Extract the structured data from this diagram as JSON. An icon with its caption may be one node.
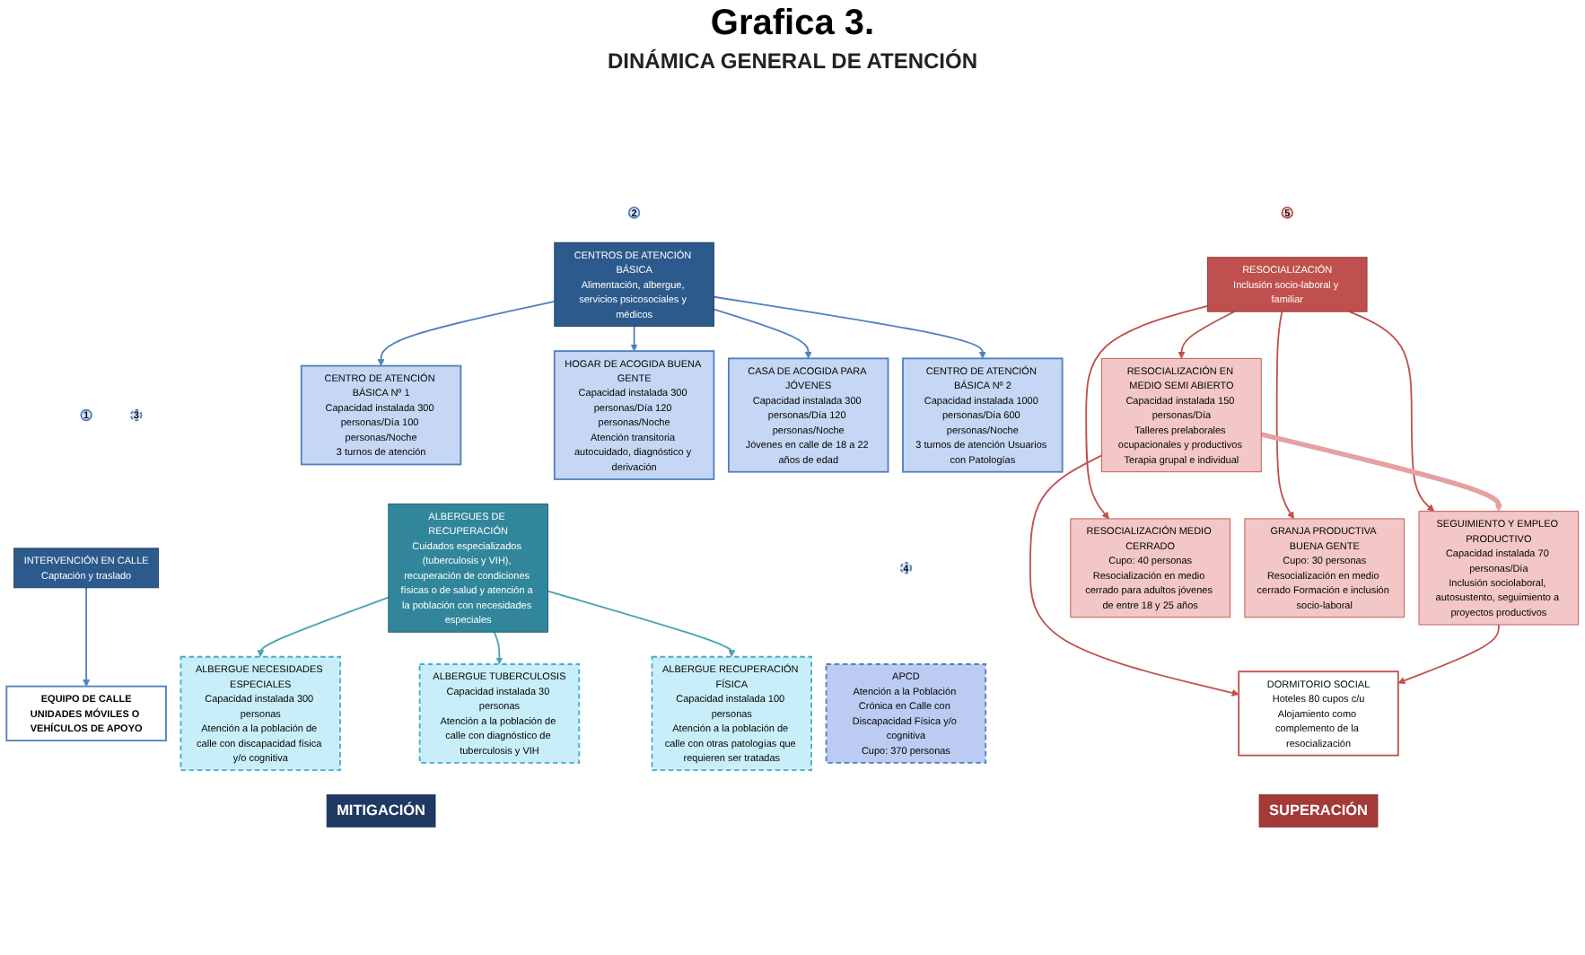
{
  "diagram": {
    "title": "Grafica 3.",
    "nodes": [
      {
        "text": [
          "1"
        ]
      },
      {
        "text": [
          "INTERVENCIÓN EN CALLE",
          "Captación y traslado"
        ]
      },
      {
        "text": [
          "EQUIPO DE CALLE",
          "UNIDADES MÓVILES O VEHÍCULOS DE APOYO"
        ]
      },
      {
        "text": [
          "2"
        ]
      },
      {
        "text": [
          "CENTROS DE ATENCIÓN BÁSICA",
          "Alimentación, albergue, servicios psicosociales y médicos"
        ]
      },
      {
        "text": [
          "CENTRO DE ATENCIÓN BÁSICA Nº 1",
          "Capacidad instalada 300 personas/Día 100 personas/Noche",
          "3 turnos de atención"
        ]
      },
      {
        "text": [
          "CENTRO DE ATENCIÓN BÁSICA Nº 2",
          "Capacidad instalada 1000 personas/Día 600 personas/Noche",
          "3 turnos de atención Usuarios con Patologías"
        ]
      },
      {
        "text": [
          "HOGAR DE ACOGIDA BUENA GENTE",
          "Capacidad instalada 300 personas/Día 120 personas/Noche",
          "Atención transitoria autocuidado, diagnóstico y derivación"
        ]
      },
      {
        "text": [
          "CASA DE ACOGIDA PARA JÓVENES",
          "Capacidad instalada 300 personas/Día 120 personas/Noche",
          "Jóvenes en calle de 18 a 22 años de edad"
        ]
      },
      {
        "text": [
          "3"
        ]
      },
      {
        "text": [
          "ALBERGUES DE RECUPERACIÓN",
          "Cuidados especializados (tuberculosis y VIH), recuperación de condiciones físicas o de salud y atención a la población con necesidades especiales"
        ]
      },
      {
        "text": [
          "ALBERGUE NECESIDADES ESPECIALES",
          "Capacidad instalada 300 personas",
          "Atención a la población de calle con discapacidad física y/o cognitiva"
        ]
      },
      {
        "text": [
          "ALBERGUE TUBERCULOSIS",
          "Capacidad instalada 30 personas",
          "Atención a la población de calle con diagnóstico de tuberculosis y VIH"
        ]
      },
      {
        "text": [
          "ALBERGUE RECUPERACIÓN FÍSICA",
          "Capacidad instalada 100 personas",
          "Atención a la población de calle con otras patologías que requieren ser tratadas"
        ]
      },
      {
        "text": [
          "4"
        ]
      },
      {
        "text": [
          "APCD",
          "Atención a la Población Crónica en Calle con Discapacidad Física y/o cognitiva",
          "Cupo: 370 personas"
        ]
      },
      {
        "text": [
          "5"
        ]
      },
      {
        "text": [
          "RESOCIALIZACIÓN",
          "Inclusión socio-laboral y familiar"
        ]
      },
      {
        "text": [
          "RESOCIALIZACIÓN EN MEDIO SEMI ABIERTO",
          "Capacidad instalada 150 personas/Día",
          "Talleres prelaborales ocupacionales y productivos Terapia grupal e individual"
        ]
      },
      {
        "text": [
          "SEGUIMIENTO Y EMPLEO PRODUCTIVO",
          "Capacidad instalada 70 personas/Día",
          "Inclusión sociolaboral, autosustento, seguimiento a proyectos productivos"
        ]
      },
      {
        "text": [
          "RESOCIALIZACIÓN MEDIO CERRADO",
          "Cupo: 40 personas",
          "Resocialización en medio cerrado para adultos jóvenes de entre 18 y 25 años"
        ]
      },
      {
        "text": [
          "GRANJA PRODUCTIVA BUENA GENTE",
          "Cupo: 30 personas",
          "Resocialización en medio cerrado Formación e inclusión socio-laboral"
        ]
      },
      {
        "text": [
          "DORMITORIO SOCIAL",
          "Hoteles 80 cupos c/u",
          "Alojamiento como complemento de la resocialización"
        ]
      },
      {
        "text": [
          "MITIGACIÓN"
        ]
      },
      {
        "text": [
          "SUPERACIÓN"
        ]
      }
    ],
    "edges": [
      {
        "from": 1,
        "to": 2,
        "arrow": "to",
        "color": "#4f81bd"
      },
      {
        "from": 4,
        "to": 5,
        "arrow": "to",
        "color": "#4f81bd"
      },
      {
        "from": 4,
        "to": 6,
        "arrow": "to",
        "color": "#4f81bd"
      },
      {
        "from": 4,
        "to": 7,
        "arrow": "to",
        "color": "#4f81bd"
      },
      {
        "from": 4,
        "to": 8,
        "arrow": "to",
        "color": "#4f81bd"
      },
      {
        "from": 10,
        "to": 11,
        "arrow": "to",
        "color": "#4aa3b5"
      },
      {
        "from": 10,
        "to": 12,
        "arrow": "to",
        "color": "#4aa3b5"
      },
      {
        "from": 10,
        "to": 13,
        "arrow": "to",
        "color": "#4aa3b5"
      },
      {
        "from": 17,
        "to": 18,
        "arrow": "to",
        "color": "#c0504d"
      },
      {
        "from": 17,
        "to": 19,
        "arrow": "to",
        "color": "#c0504d"
      },
      {
        "from": 17,
        "to": 20,
        "arrow": "to",
        "color": "#c0504d"
      },
      {
        "from": 17,
        "to": 21,
        "arrow": "to",
        "color": "#c0504d"
      },
      {
        "from": 18,
        "to": 19,
        "arrow": "to",
        "style": "thick",
        "color": "#e6a0a0"
      },
      {
        "from": 18,
        "to": 22,
        "arrow": "to",
        "color": "#c0504d"
      },
      {
        "from": 19,
        "to": 22,
        "arrow": "to",
        "color": "#c0504d"
      }
    ],
    "labels": [
      "DINÁMICA GENERAL DE ATENCIÓN"
    ]
  }
}
